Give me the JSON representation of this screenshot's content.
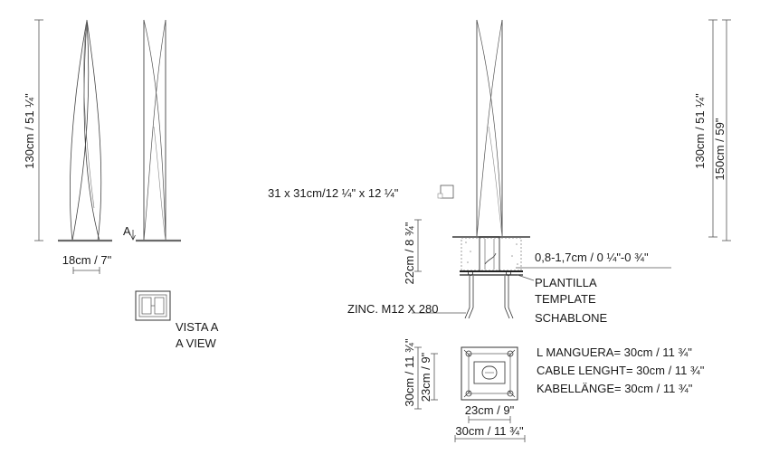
{
  "dimensions": {
    "left_height": "130cm / 51 ¼\"",
    "left_width": "18cm / 7\"",
    "section_marker": "A",
    "view_label_es": "VISTA A",
    "view_label_en": "A VIEW",
    "base_plate": "31 x 31cm/12 ¼\" x 12 ¼\"",
    "foundation_depth": "22cm / 8 ¾\"",
    "thickness": "0,8-1,7cm / 0 ¼\"-0 ¾\"",
    "template_es": "PLANTILLA",
    "template_en": "TEMPLATE",
    "template_de": "SCHABLONE",
    "bolt": "ZINC. M12 X 280",
    "right_height_inner": "130cm / 51 ¼\"",
    "right_height_outer": "150cm / 59\"",
    "template_height_outer": "30cm / 11 ¾\"",
    "template_height_inner": "23cm / 9\"",
    "template_width_inner": "23cm / 9\"",
    "template_width_outer": "30cm / 11 ¾\"",
    "cable_es": "L MANGUERA= 30cm / 11 ¾\"",
    "cable_en": "CABLE LENGHT= 30cm / 11 ¾\"",
    "cable_de": "KABELLÄNGE= 30cm / 11 ¾\""
  },
  "colors": {
    "line": "#2a2a2a",
    "light_line": "#888888",
    "ground": "#6a6a6a",
    "concrete_dot": "#9a9a9a"
  }
}
